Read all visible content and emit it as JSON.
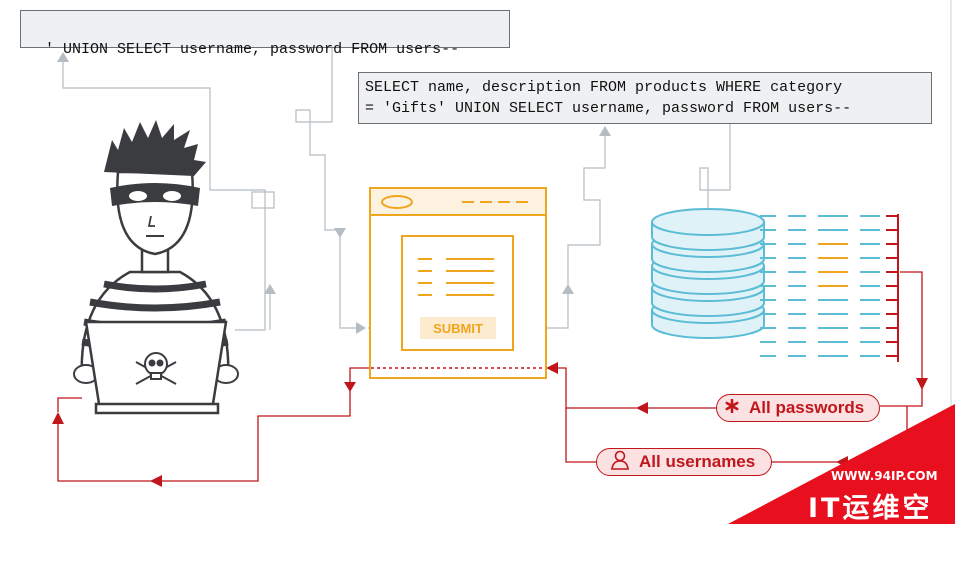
{
  "payload": "' UNION SELECT username, password FROM users--",
  "query_line1": "SELECT name, description FROM products WHERE category",
  "query_line2": "= 'Gifts' UNION SELECT username, password FROM users--",
  "submit_label": "SUBMIT",
  "all_passwords_label": "All passwords",
  "all_usernames_label": "All usernames",
  "watermark_site": "WWW.94IP.COM",
  "watermark_name": "IT运维空间",
  "colors": {
    "gray": "#b5bcc2",
    "orange": "#f0a51e",
    "red": "#c0161c",
    "cyan": "#5bbcd6",
    "dark": "#3a3c40"
  },
  "icons": [
    "hacker-figure",
    "skull-crossbones-icon",
    "database-icon",
    "browser-window-icon",
    "asterisk-icon",
    "user-icon"
  ]
}
